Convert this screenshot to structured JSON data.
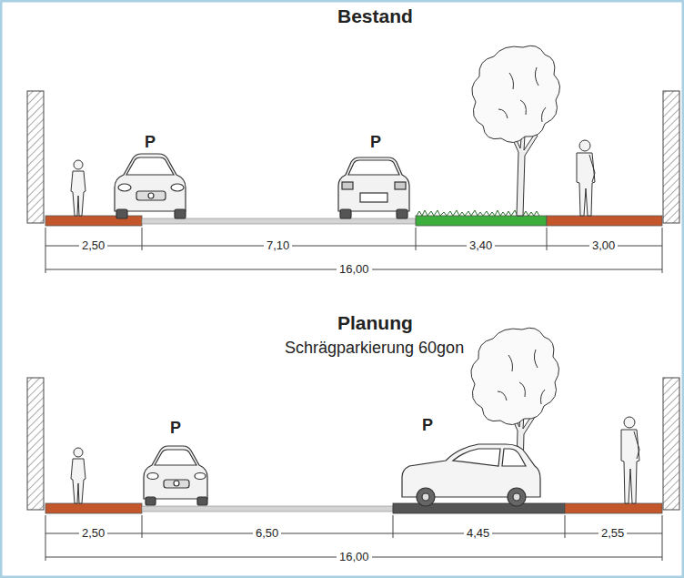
{
  "diagram": {
    "labels": [
      "Bestand",
      "P",
      "P",
      "2,50",
      "7,10",
      "3,40",
      "3,00",
      "16,00",
      "Planung",
      "Schrägparkierung 60gon",
      "P",
      "P",
      "2,50",
      "6,50",
      "4,45",
      "2,55",
      "16,00"
    ]
  }
}
